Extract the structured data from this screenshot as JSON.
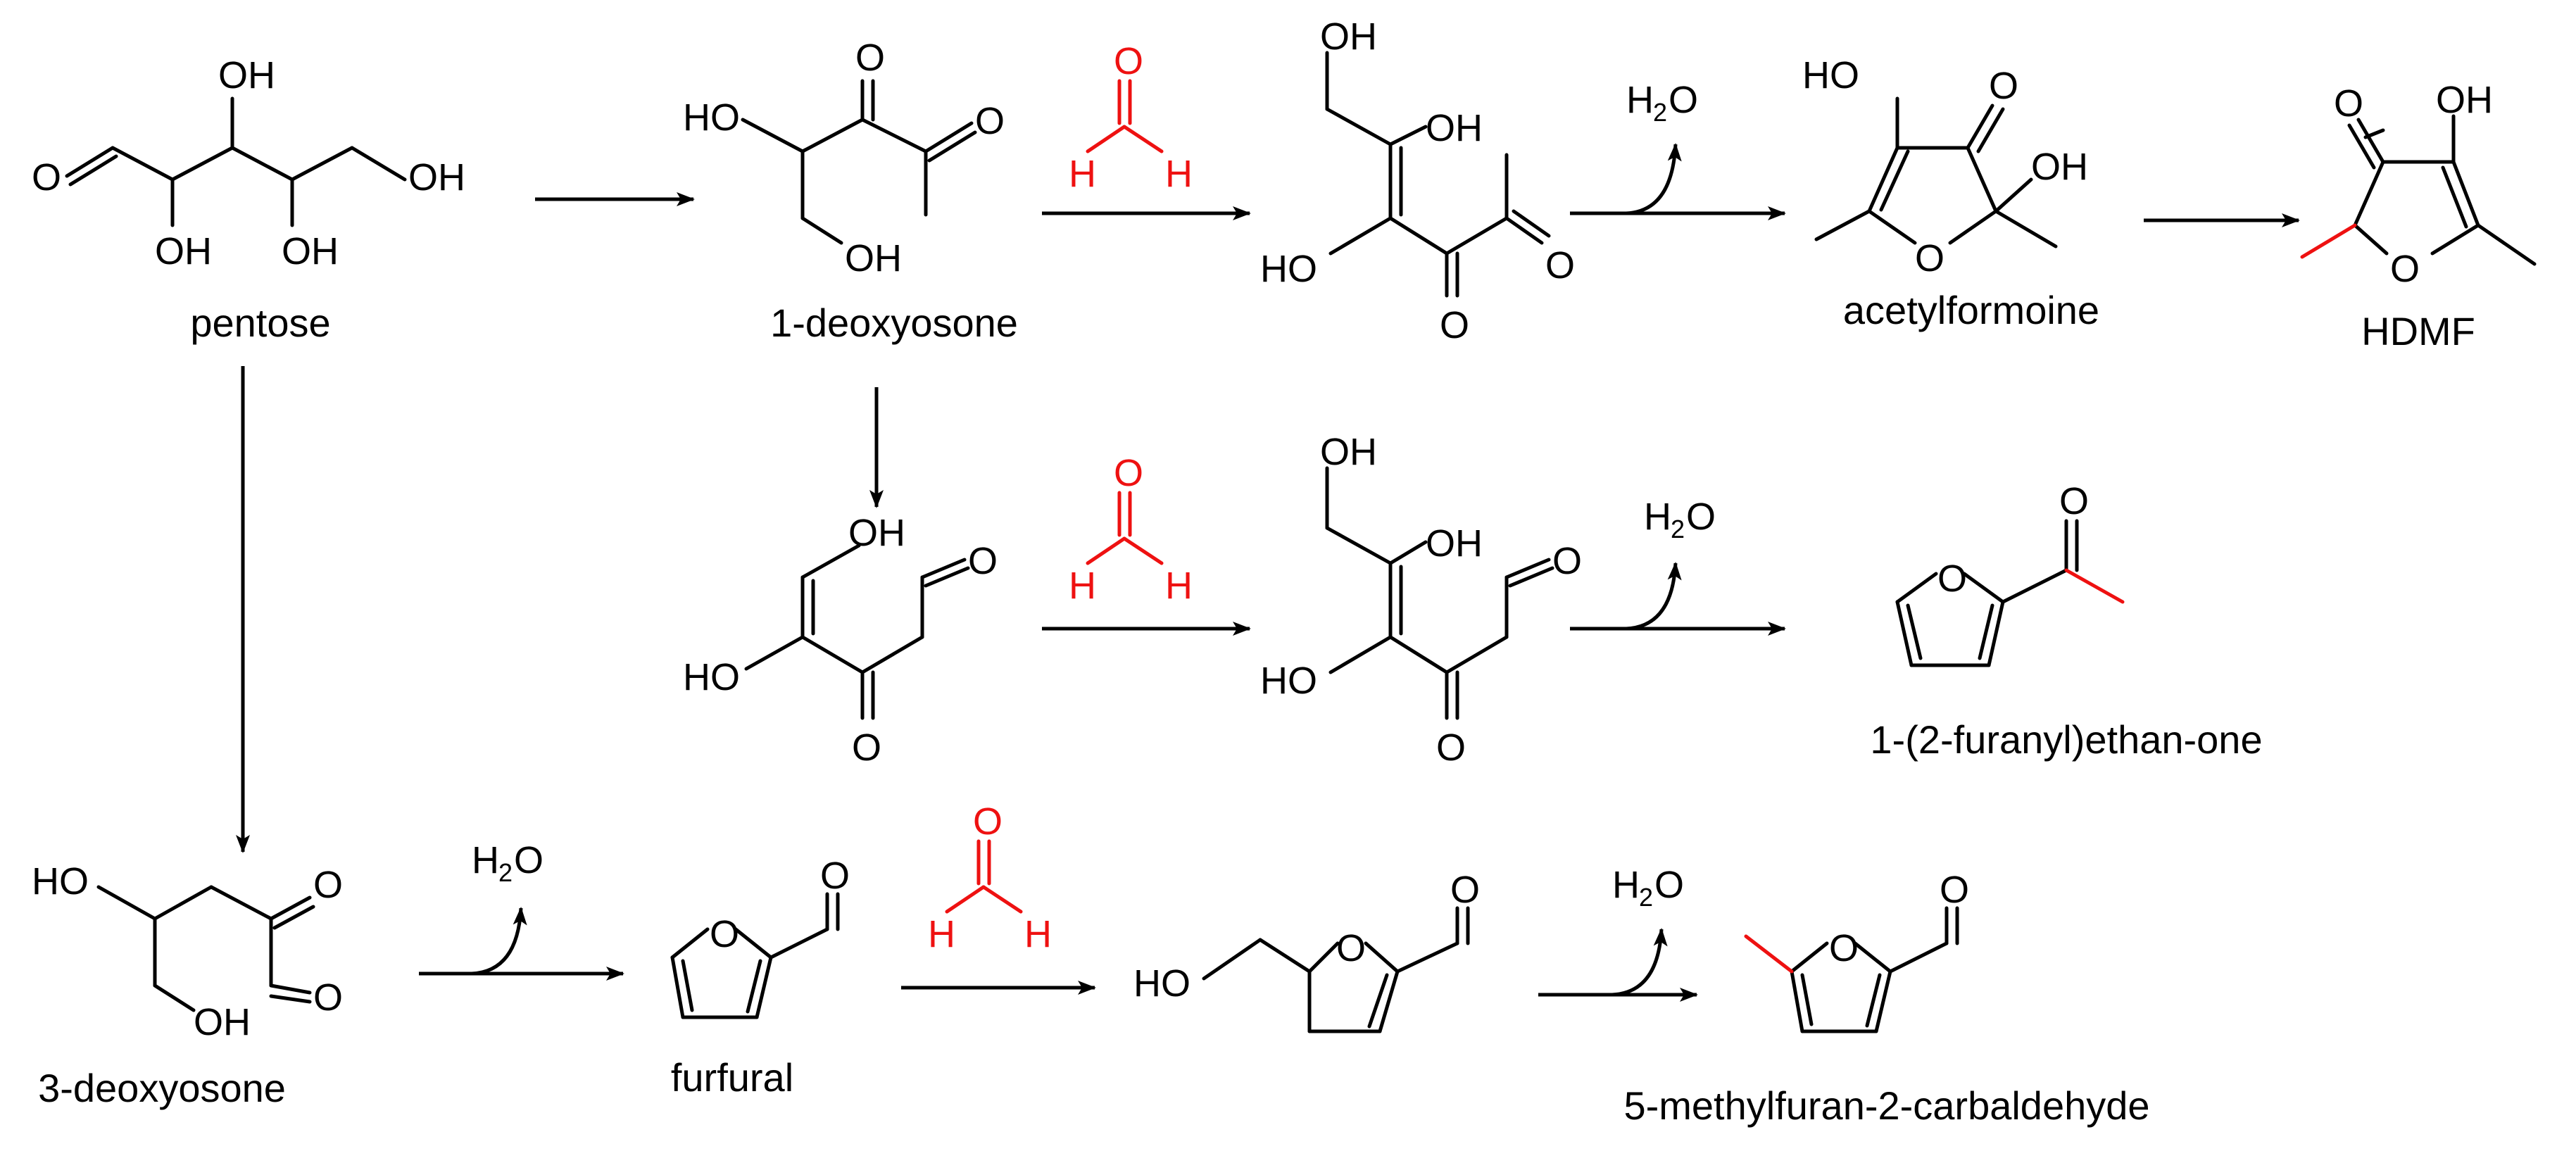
{
  "compounds": {
    "pentose": "pentose",
    "deoxyosone1": "1-deoxyosone",
    "acetylformoine": "acetylformoine",
    "hdmf": "HDMF",
    "furanylethanone": "1-(2-furanyl)ethan-one",
    "deoxyosone3": "3-deoxyosone",
    "furfural": "furfural",
    "methylfurancarbaldehyde": "5-methylfuran-2-carbaldehyde"
  },
  "atoms": {
    "oxygen": "O",
    "hydrogen": "H",
    "hydroxyl": "OH",
    "hydroxyl_left": "HO",
    "water_h": "H",
    "water_sub": "2",
    "water_o": "O"
  },
  "colors": {
    "bond": "#000000",
    "formaldehyde_highlight": "#e11111"
  }
}
